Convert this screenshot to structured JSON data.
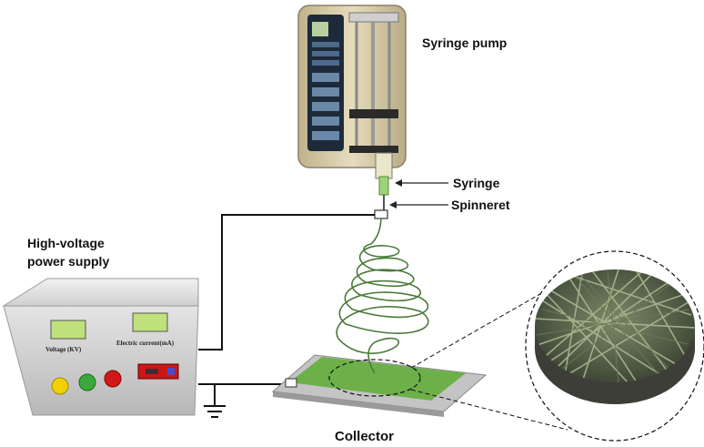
{
  "labels": {
    "syringe_pump": "Syringe pump",
    "syringe": "Syringe",
    "spinneret": "Spinneret",
    "power_supply_line1": "High-voltage",
    "power_supply_line2": "power supply",
    "collector": "Collector",
    "voltage_display": "Voltage (KV)",
    "current_display": "Electric current(mA)"
  },
  "colors": {
    "pump_body": "#d8cca8",
    "pump_panel": "#1e2a3a",
    "fiber": "#4a7a3a",
    "collector_plate": "#6db04a",
    "power_box": "#d0d0d0",
    "display_green": "#bfe07a",
    "knob_yellow": "#f0d000",
    "knob_green": "#3aa83a",
    "knob_red": "#d01818",
    "mat": "#4e5a44"
  }
}
